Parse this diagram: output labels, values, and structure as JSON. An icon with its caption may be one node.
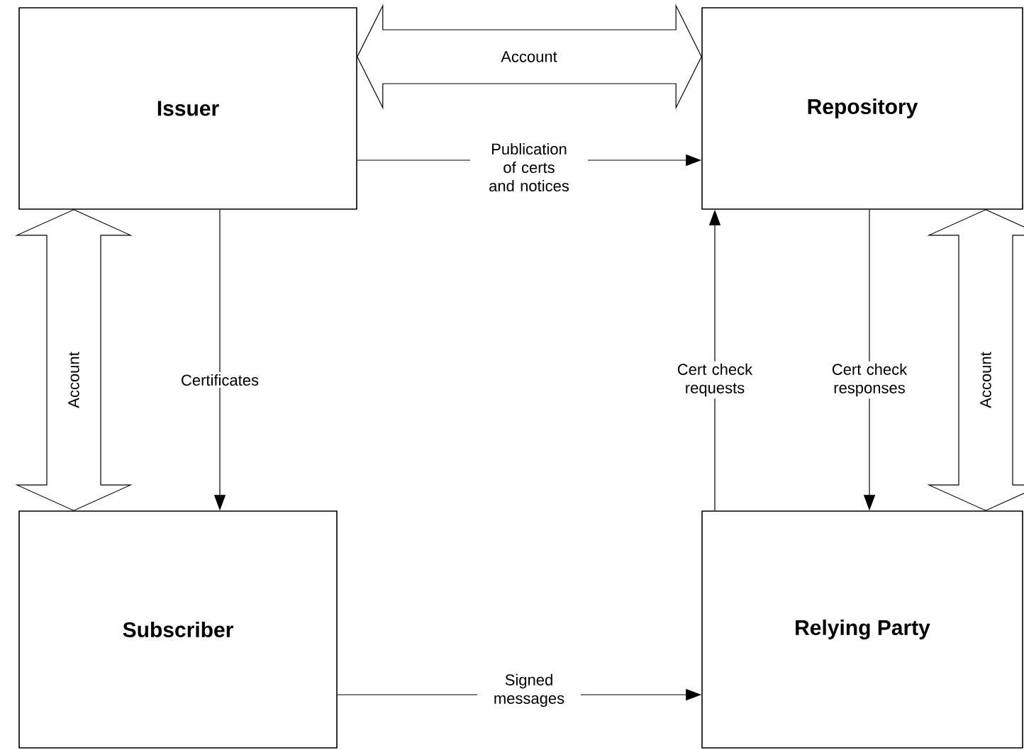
{
  "diagram": {
    "nodes": [
      {
        "text": [
          "Issuer"
        ]
      },
      {
        "text": [
          "Repository"
        ]
      },
      {
        "text": [
          "Subscriber"
        ]
      },
      {
        "text": [
          "Relying Party"
        ]
      }
    ],
    "edges": [
      {
        "from": 0,
        "to": 1,
        "arrow": "both",
        "label": "Account",
        "style": "thick"
      },
      {
        "from": 0,
        "to": 1,
        "arrow": "to",
        "label": "Publication of certs and notices"
      },
      {
        "from": 0,
        "to": 2,
        "arrow": "to",
        "label": "Certificates"
      },
      {
        "from": 0,
        "to": 2,
        "arrow": "both",
        "label": "Account",
        "style": "thick"
      },
      {
        "from": 3,
        "to": 1,
        "arrow": "to",
        "label": "Cert check requests"
      },
      {
        "from": 1,
        "to": 3,
        "arrow": "to",
        "label": "Cert check responses"
      },
      {
        "from": 1,
        "to": 3,
        "arrow": "both",
        "label": "Account",
        "style": "thick"
      },
      {
        "from": 2,
        "to": 3,
        "arrow": "to",
        "label": "Signed messages"
      }
    ]
  }
}
